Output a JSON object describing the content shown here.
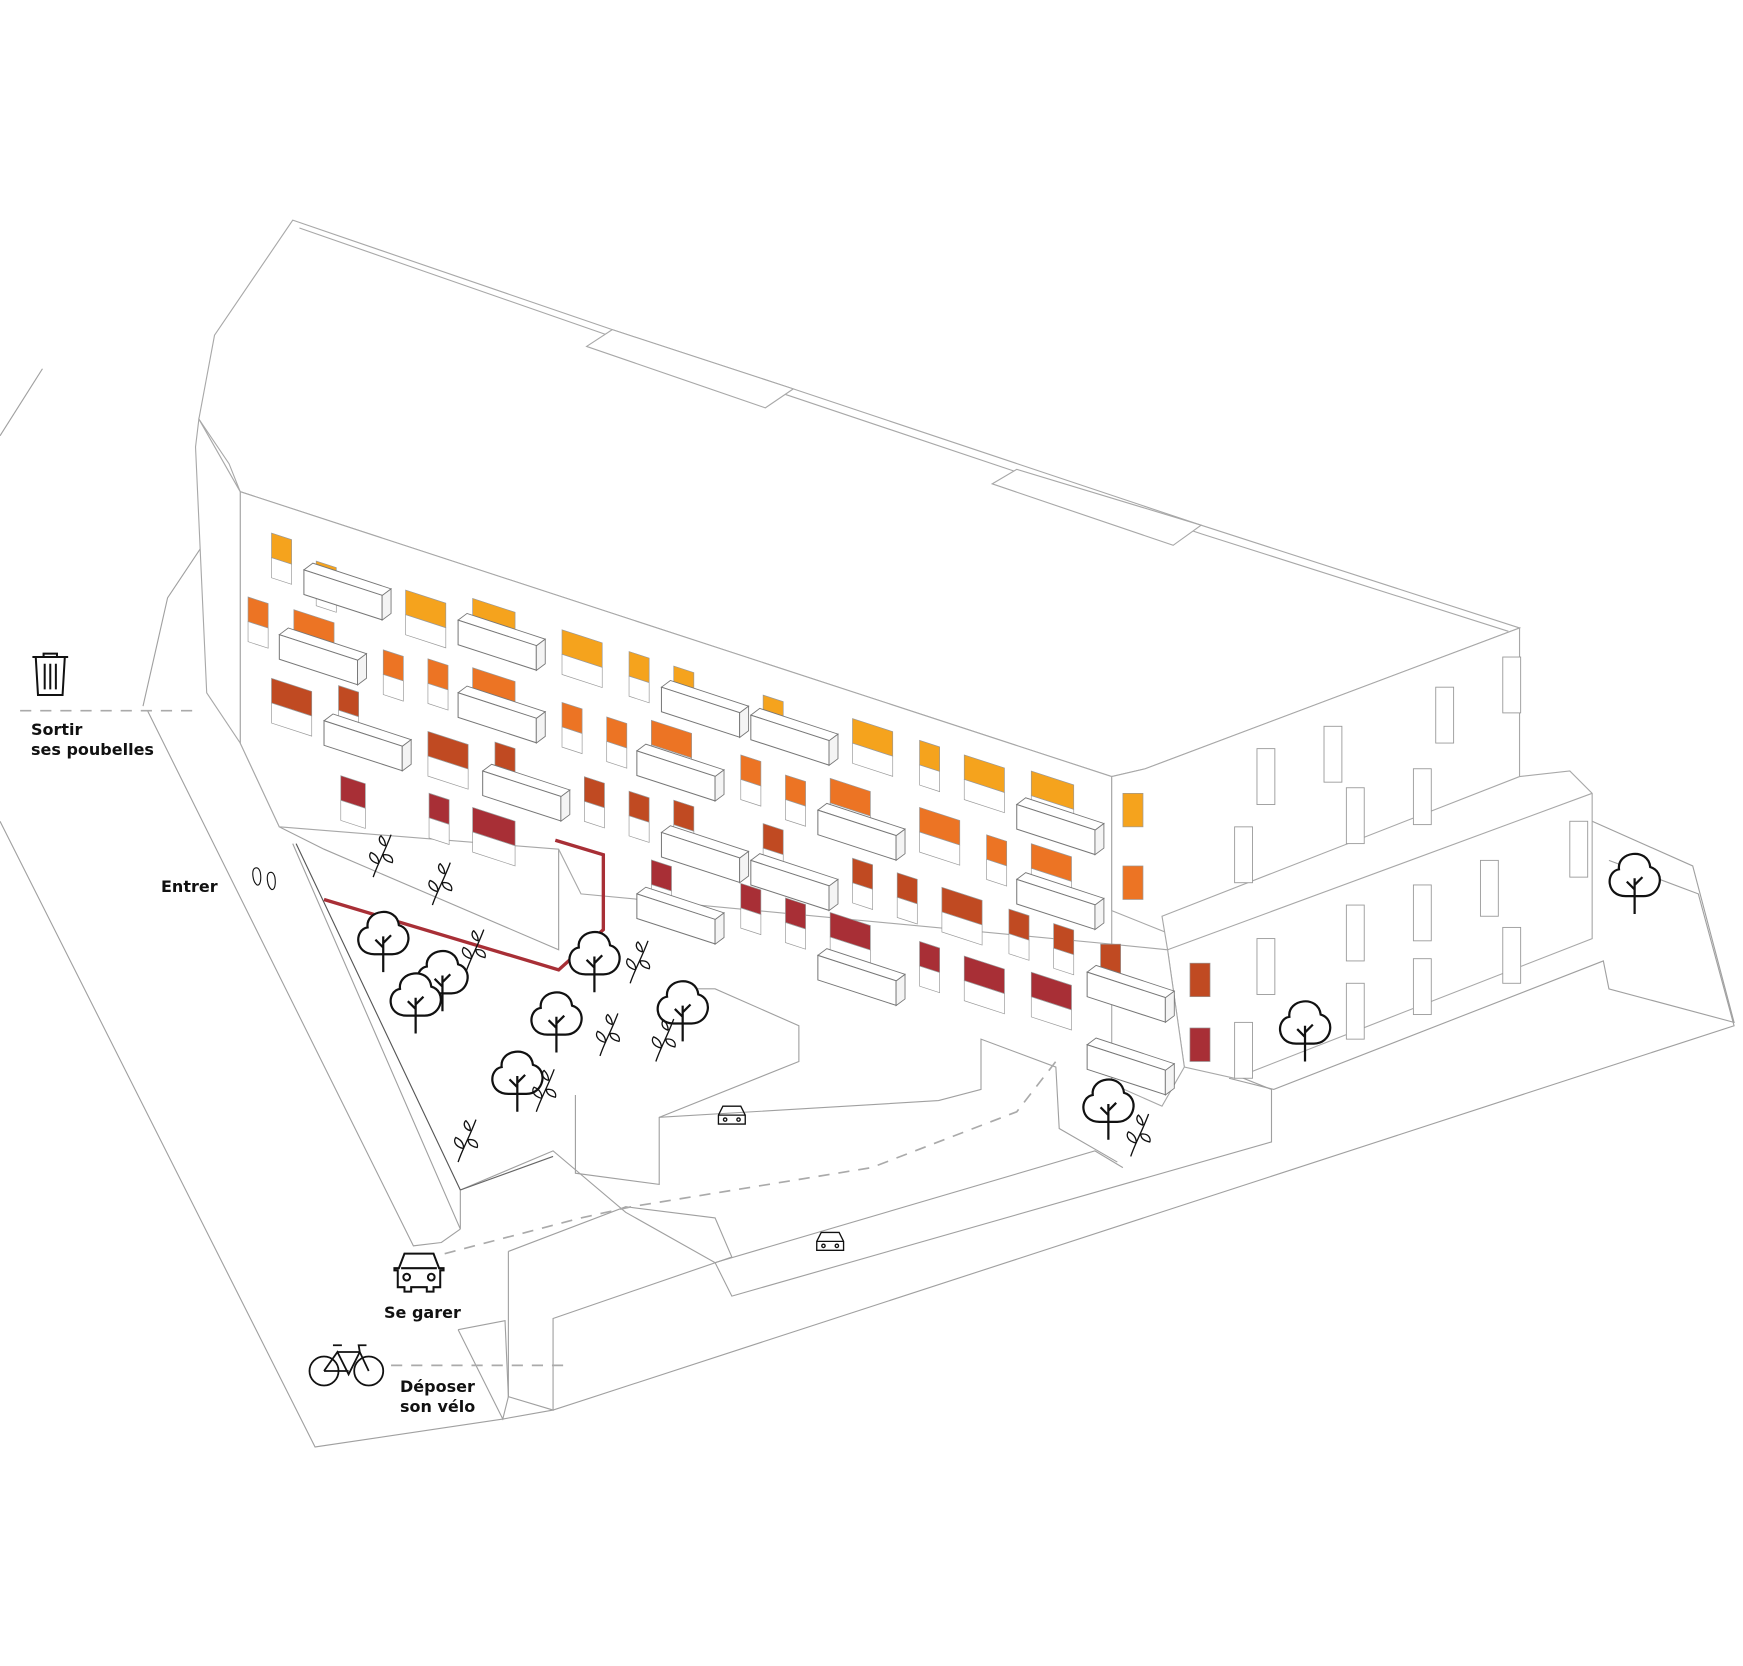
{
  "labels": {
    "trash_line1": "Sortir",
    "trash_line2": "ses poubelles",
    "enter": "Entrer",
    "park": "Se garer",
    "bike_line1": "Déposer",
    "bike_line2": "son vélo"
  },
  "icons": [
    "trash-icon",
    "footprints-icon",
    "car-icon",
    "bicycle-icon",
    "tree-icon",
    "plant-sprig-icon"
  ],
  "colors": {
    "yellow": "#F5A31D",
    "orange": "#EC7424",
    "rust": "#C04A22",
    "red": "#A82F36",
    "path_red": "#A82F36",
    "line": "#9a9a9a",
    "dash": "#aaaaaa"
  }
}
